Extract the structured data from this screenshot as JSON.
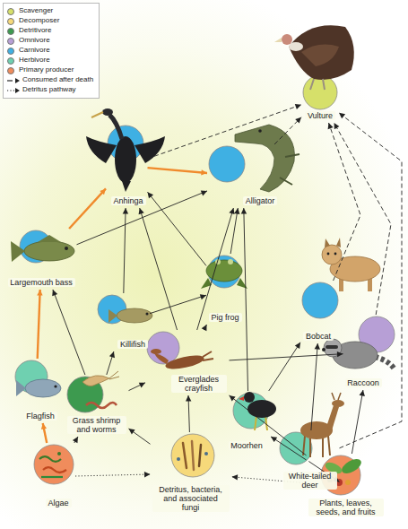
{
  "diagram": {
    "nodes": [
      {
        "text": [
          "Vulture"
        ]
      },
      {
        "text": [
          "Anhinga"
        ]
      },
      {
        "text": [
          "Alligator"
        ]
      },
      {
        "text": [
          "Largemouth bass"
        ]
      },
      {
        "text": [
          "Killifish"
        ]
      },
      {
        "text": [
          "Pig frog"
        ]
      },
      {
        "text": [
          "Bobcat"
        ]
      },
      {
        "text": [
          "Raccoon"
        ]
      },
      {
        "text": [
          "Everglades crayfish"
        ]
      },
      {
        "text": [
          "Flagfish"
        ]
      },
      {
        "text": [
          "Grass shrimp and worms"
        ]
      },
      {
        "text": [
          "Moorhen"
        ]
      },
      {
        "text": [
          "White-tailed deer"
        ]
      },
      {
        "text": [
          "Algae"
        ]
      },
      {
        "text": [
          "Detritus, bacteria, and associated fungi"
        ]
      },
      {
        "text": [
          "Plants, leaves, seeds, and fruits"
        ]
      }
    ],
    "edges": [
      {
        "from": 13,
        "to": 9,
        "arrow": "to"
      },
      {
        "from": 9,
        "to": 3,
        "arrow": "to"
      },
      {
        "from": 3,
        "to": 1,
        "arrow": "to"
      },
      {
        "from": 1,
        "to": 2,
        "arrow": "to"
      },
      {
        "from": 13,
        "to": 10,
        "arrow": "to"
      },
      {
        "from": 13,
        "to": 14,
        "arrow": "to"
      },
      {
        "from": 15,
        "to": 14,
        "arrow": "to"
      },
      {
        "from": 14,
        "to": 10,
        "arrow": "to"
      },
      {
        "from": 14,
        "to": 8,
        "arrow": "to"
      },
      {
        "from": 10,
        "to": 3,
        "arrow": "to"
      },
      {
        "from": 10,
        "to": 4,
        "arrow": "to"
      },
      {
        "from": 10,
        "to": 8,
        "arrow": "to"
      },
      {
        "from": 4,
        "to": 1,
        "arrow": "to"
      },
      {
        "from": 4,
        "to": 5,
        "arrow": "to"
      },
      {
        "from": 3,
        "to": 2,
        "arrow": "to"
      },
      {
        "from": 8,
        "to": 5,
        "arrow": "to"
      },
      {
        "from": 8,
        "to": 1,
        "arrow": "to"
      },
      {
        "from": 8,
        "to": 2,
        "arrow": "to"
      },
      {
        "from": 8,
        "to": 7,
        "arrow": "to"
      },
      {
        "from": 5,
        "to": 1,
        "arrow": "to"
      },
      {
        "from": 5,
        "to": 2,
        "arrow": "to"
      },
      {
        "from": 11,
        "to": 2,
        "arrow": "to"
      },
      {
        "from": 11,
        "to": 6,
        "arrow": "to"
      },
      {
        "from": 12,
        "to": 6,
        "arrow": "to"
      },
      {
        "from": 15,
        "to": 11,
        "arrow": "to"
      },
      {
        "from": 15,
        "to": 12,
        "arrow": "to"
      },
      {
        "from": 15,
        "to": 8,
        "arrow": "to"
      },
      {
        "from": 15,
        "to": 7,
        "arrow": "to"
      },
      {
        "from": 1,
        "to": 0,
        "arrow": "to"
      },
      {
        "from": 2,
        "to": 0,
        "arrow": "to"
      },
      {
        "from": 6,
        "to": 0,
        "arrow": "to"
      },
      {
        "from": 7,
        "to": 0,
        "arrow": "to"
      },
      {
        "from": 12,
        "to": 0,
        "arrow": "to"
      }
    ],
    "legend": [
      {
        "text": "Scavenger",
        "color": "#d6e06a"
      },
      {
        "text": "Decomposer",
        "color": "#f6d97a"
      },
      {
        "text": "Detritivore",
        "color": "#3d9a4f"
      },
      {
        "text": "Omnivore",
        "color": "#b79fd6"
      },
      {
        "text": "Carnivore",
        "color": "#3fb0e3"
      },
      {
        "text": "Herbivore",
        "color": "#6fd0b0"
      },
      {
        "text": "Primary producer",
        "color": "#f08c5c"
      },
      {
        "text": "Consumed after death"
      },
      {
        "text": "Detritus pathway"
      }
    ]
  }
}
